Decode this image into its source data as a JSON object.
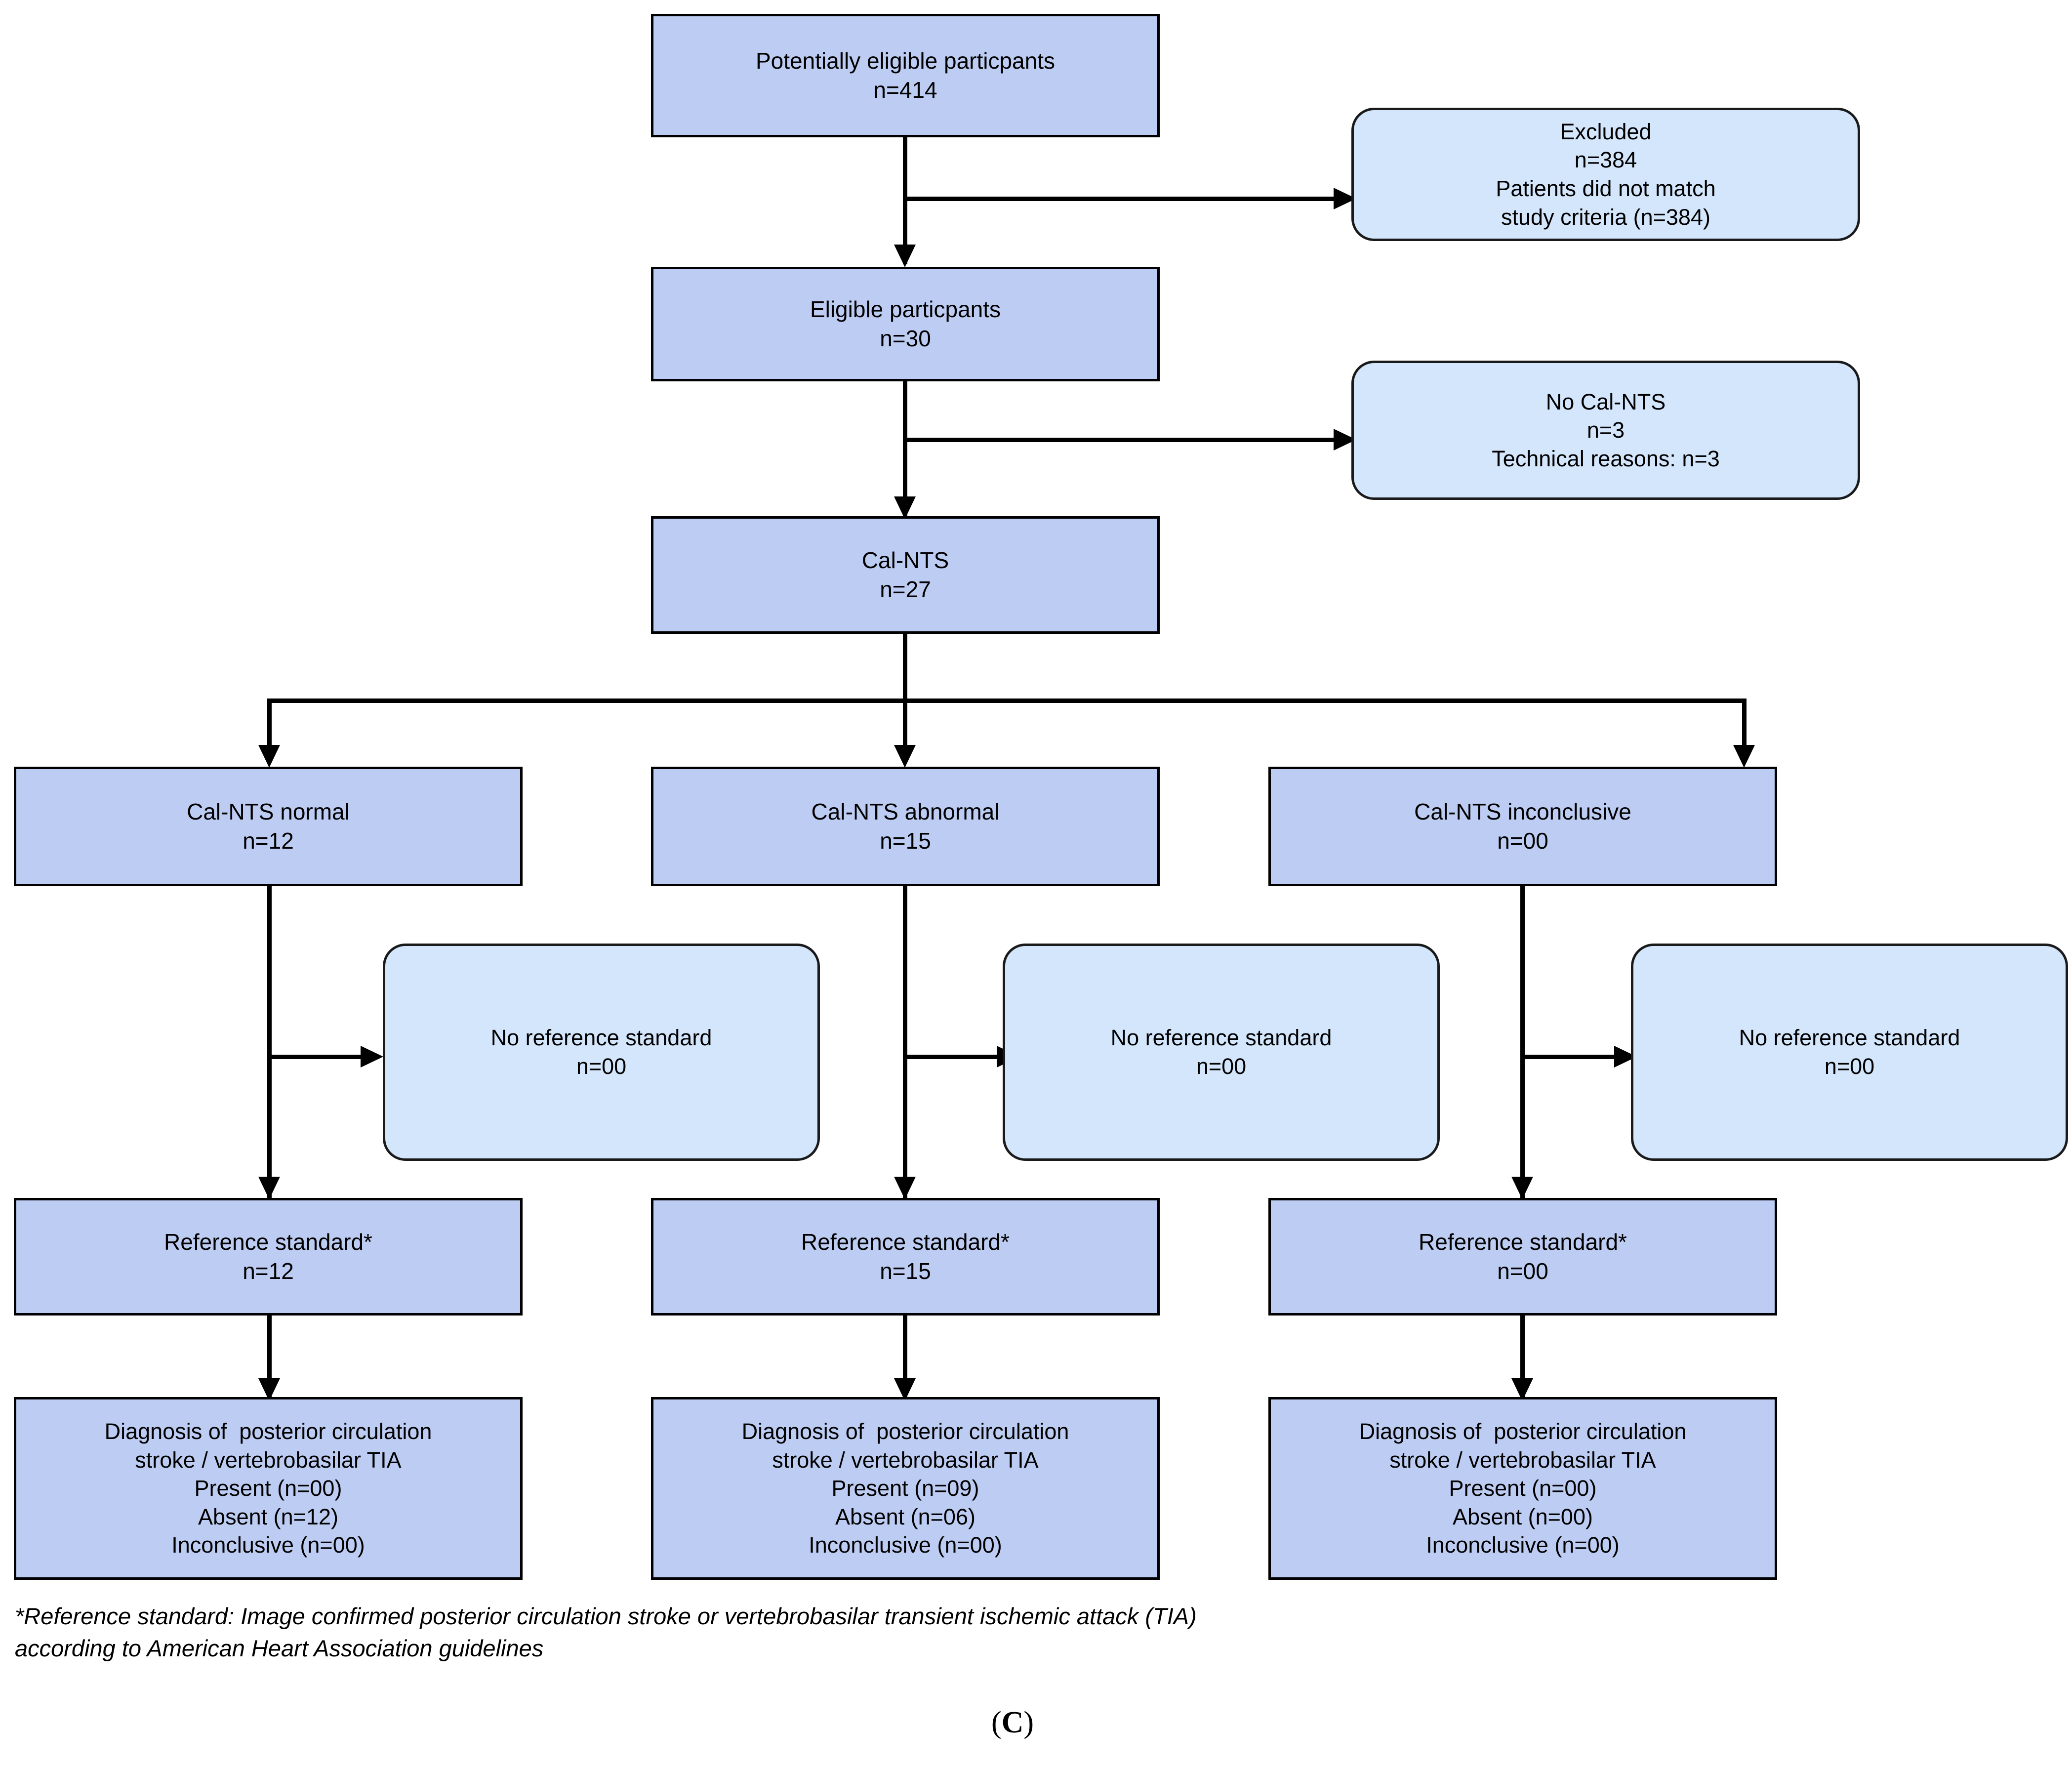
{
  "figure": {
    "panel_label_open": "(",
    "panel_label_letter": "C",
    "panel_label_close": ")"
  },
  "colors": {
    "rect_fill": "#bdccf2",
    "round_fill": "#d4e6fc",
    "stroke": "#000000",
    "page_background": "#ffffff"
  },
  "nodes": {
    "potentially_eligible": {
      "line1": "Potentially eligible particpants",
      "line2": "n=414"
    },
    "excluded": {
      "line1": "Excluded",
      "line2": "n=384",
      "line3": "Patients did not match",
      "line4": "study criteria (n=384)"
    },
    "eligible": {
      "line1": "Eligible particpants",
      "line2": "n=30"
    },
    "no_cal_nts": {
      "line1": "No Cal-NTS",
      "line2": "n=3",
      "line3": "Technical reasons: n=3"
    },
    "cal_nts": {
      "line1": "Cal-NTS",
      "line2": "n=27"
    },
    "cal_nts_normal": {
      "line1": "Cal-NTS normal",
      "line2": "n=12"
    },
    "cal_nts_abnormal": {
      "line1": "Cal-NTS abnormal",
      "line2": "n=15"
    },
    "cal_nts_inconclusive": {
      "line1": "Cal-NTS inconclusive",
      "line2": "n=00"
    },
    "no_ref_standard_left": {
      "line1": "No reference standard",
      "line2": "n=00"
    },
    "no_ref_standard_mid": {
      "line1": "No reference standard",
      "line2": "n=00"
    },
    "no_ref_standard_right": {
      "line1": "No reference standard",
      "line2": "n=00"
    },
    "ref_standard_left": {
      "line1": "Reference standard*",
      "line2": "n=12"
    },
    "ref_standard_mid": {
      "line1": "Reference standard*",
      "line2": "n=15"
    },
    "ref_standard_right": {
      "line1": "Reference standard*",
      "line2": "n=00"
    },
    "diagnosis_left": {
      "line1": "Diagnosis of  posterior circulation",
      "line2": "stroke / vertebrobasilar TIA",
      "line3": "Present (n=00)",
      "line4": "Absent (n=12)",
      "line5": "Inconclusive (n=00)"
    },
    "diagnosis_mid": {
      "line1": "Diagnosis of  posterior circulation",
      "line2": "stroke / vertebrobasilar TIA",
      "line3": "Present (n=09)",
      "line4": "Absent (n=06)",
      "line5": "Inconclusive (n=00)"
    },
    "diagnosis_right": {
      "line1": "Diagnosis of  posterior circulation",
      "line2": "stroke / vertebrobasilar TIA",
      "line3": "Present (n=00)",
      "line4": "Absent (n=00)",
      "line5": "Inconclusive (n=00)"
    }
  },
  "footnote": {
    "line1": "*Reference standard: Image confirmed posterior circulation stroke or vertebrobasilar transient ischemic attack (TIA)",
    "line2": "according to American Heart Association guidelines"
  },
  "chart_data": {
    "type": "diagram",
    "title": "STARD participant flow diagram (C)",
    "flow": [
      {
        "id": "potentially_eligible",
        "label": "Potentially eligible particpants",
        "n": 414
      },
      {
        "id": "excluded",
        "label": "Excluded",
        "n": 384,
        "detail": "Patients did not match study criteria (n=384)"
      },
      {
        "id": "eligible",
        "label": "Eligible particpants",
        "n": 30
      },
      {
        "id": "no_cal_nts",
        "label": "No Cal-NTS",
        "n": 3,
        "detail": "Technical reasons: n=3"
      },
      {
        "id": "cal_nts",
        "label": "Cal-NTS",
        "n": 27
      },
      {
        "id": "cal_nts_normal",
        "label": "Cal-NTS normal",
        "n": 12
      },
      {
        "id": "cal_nts_abnormal",
        "label": "Cal-NTS abnormal",
        "n": 15
      },
      {
        "id": "cal_nts_inconclusive",
        "label": "Cal-NTS inconclusive",
        "n": 0
      },
      {
        "id": "no_ref_standard_left",
        "label": "No reference standard",
        "n": 0
      },
      {
        "id": "no_ref_standard_mid",
        "label": "No reference standard",
        "n": 0
      },
      {
        "id": "no_ref_standard_right",
        "label": "No reference standard",
        "n": 0
      },
      {
        "id": "ref_standard_left",
        "label": "Reference standard*",
        "n": 12
      },
      {
        "id": "ref_standard_mid",
        "label": "Reference standard*",
        "n": 15
      },
      {
        "id": "ref_standard_right",
        "label": "Reference standard*",
        "n": 0
      },
      {
        "id": "diagnosis_left",
        "label": "Diagnosis of posterior circulation stroke / vertebrobasilar TIA",
        "present": 0,
        "absent": 12,
        "inconclusive": 0
      },
      {
        "id": "diagnosis_mid",
        "label": "Diagnosis of posterior circulation stroke / vertebrobasilar TIA",
        "present": 9,
        "absent": 6,
        "inconclusive": 0
      },
      {
        "id": "diagnosis_right",
        "label": "Diagnosis of posterior circulation stroke / vertebrobasilar TIA",
        "present": 0,
        "absent": 0,
        "inconclusive": 0
      }
    ]
  }
}
